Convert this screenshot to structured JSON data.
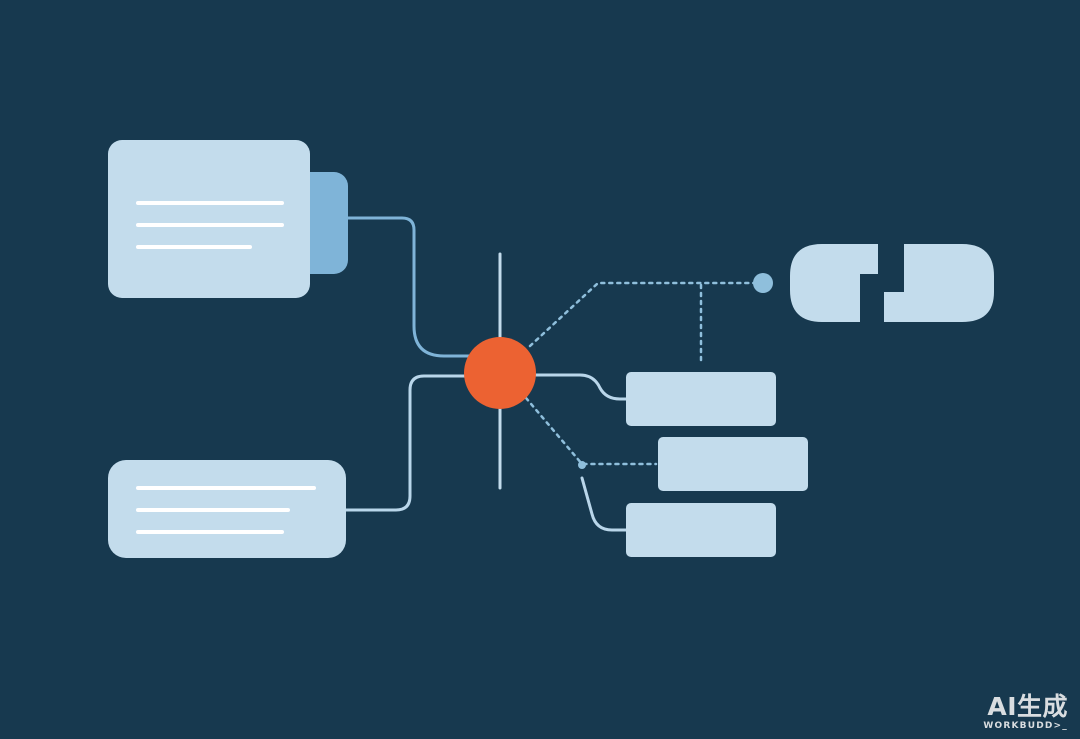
{
  "colors": {
    "background": "#17394f",
    "card": "#c3dcec",
    "card_tab": "#7fb4d8",
    "text_line": "#ffffff",
    "connector": "#7fb4d8",
    "connector_light": "#b9d6ea",
    "hub": "#ec6232",
    "dotted": "#8fbfdc",
    "axis": "#c3dcec",
    "watermark": "#d9dde0"
  },
  "diagram": {
    "hub": {
      "shape": "circle",
      "role": "central-node"
    },
    "nodes": [
      {
        "id": "doc-top-left",
        "shape": "card-with-tab",
        "text_lines": 3
      },
      {
        "id": "doc-bottom-left",
        "shape": "card",
        "text_lines": 3
      },
      {
        "id": "link-badge-top-right",
        "shape": "interlocking-blocks"
      },
      {
        "id": "stack-item-1",
        "shape": "bar"
      },
      {
        "id": "stack-item-2",
        "shape": "bar"
      },
      {
        "id": "stack-item-3",
        "shape": "bar"
      }
    ],
    "edges": [
      {
        "from": "doc-top-left",
        "to": "hub",
        "style": "solid"
      },
      {
        "from": "doc-bottom-left",
        "to": "hub",
        "style": "solid"
      },
      {
        "from": "hub",
        "to": "stack-item-1",
        "style": "solid"
      },
      {
        "from": "hub",
        "to": "link-badge-top-right",
        "style": "dotted"
      },
      {
        "from": "hub",
        "to": "stack-item-2",
        "style": "dotted"
      },
      {
        "from": "hub",
        "to": "stack-item-3",
        "style": "solid"
      }
    ]
  },
  "watermark": {
    "main": "AI生成",
    "sub": "WORKBUDD>_"
  }
}
